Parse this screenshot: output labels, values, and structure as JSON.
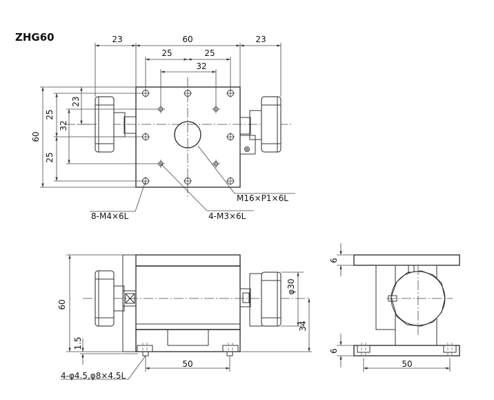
{
  "title": "ZHG60",
  "top_view": {
    "dims": {
      "left_margin": "23",
      "body_width": "60",
      "right_margin": "23",
      "hole_pitch_left": "25",
      "hole_pitch_right": "25",
      "inner_pitch": "32",
      "v_top": "23",
      "v_25a": "25",
      "v_32": "32",
      "v_25b": "25",
      "overall_height": "60"
    },
    "callouts": {
      "center_thread": "M16×P1×6L",
      "outer_holes": "8-M4×6L",
      "inner_holes": "4-M3×6L"
    }
  },
  "front_view": {
    "dims": {
      "height": "60",
      "base_offset": "1.5",
      "mount_pitch": "50",
      "knob_dia": "φ30",
      "knob_height": "34"
    },
    "callouts": {
      "mount_holes": "4-φ4.5,φ8×4.5L"
    }
  },
  "side_view": {
    "dims": {
      "top_plate": "6",
      "base_plate": "6",
      "mount_pitch": "50"
    }
  }
}
